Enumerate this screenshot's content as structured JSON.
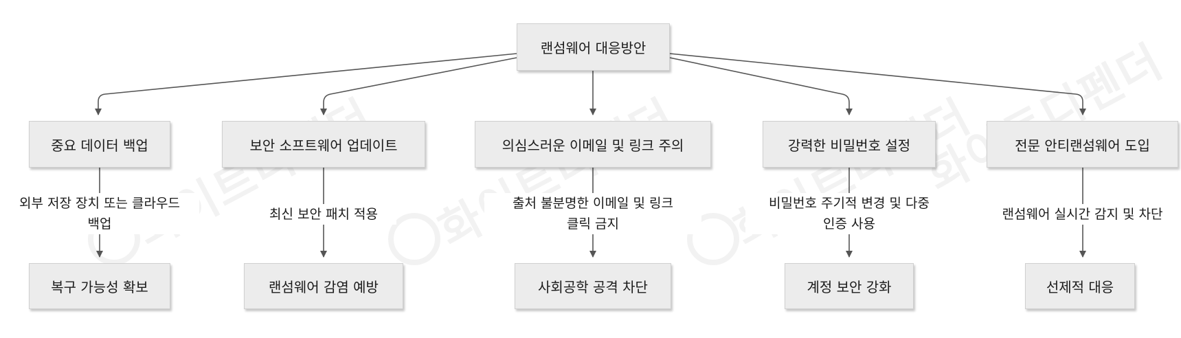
{
  "diagram": {
    "root": {
      "label": "랜섬웨어 대응방안"
    },
    "branches": [
      {
        "strategy": "중요 데이터 백업",
        "edge_label": "외부 저장 장치 또는 클라우드\n백업",
        "outcome": "복구 가능성 확보"
      },
      {
        "strategy": "보안 소프트웨어 업데이트",
        "edge_label": "최신 보안 패치 적용",
        "outcome": "랜섬웨어 감염 예방"
      },
      {
        "strategy": "의심스러운 이메일 및 링크 주의",
        "edge_label": "출처 불분명한 이메일 및 링크\n클릭 금지",
        "outcome": "사회공학 공격 차단"
      },
      {
        "strategy": "강력한 비밀번호 설정",
        "edge_label": "비밀번호 주기적 변경 및 다중\n인증 사용",
        "outcome": "계정 보안 강화"
      },
      {
        "strategy": "전문 안티랜섬웨어 도입",
        "edge_label": "랜섬웨어 실시간 감지 및 차단",
        "outcome": "선제적 대응"
      }
    ]
  },
  "watermark": {
    "text": "화이트디펜더"
  },
  "colors": {
    "node_fill": "#ececec",
    "node_border": "#cfcfcf",
    "edge": "#555555",
    "text": "#1a1a1a"
  }
}
